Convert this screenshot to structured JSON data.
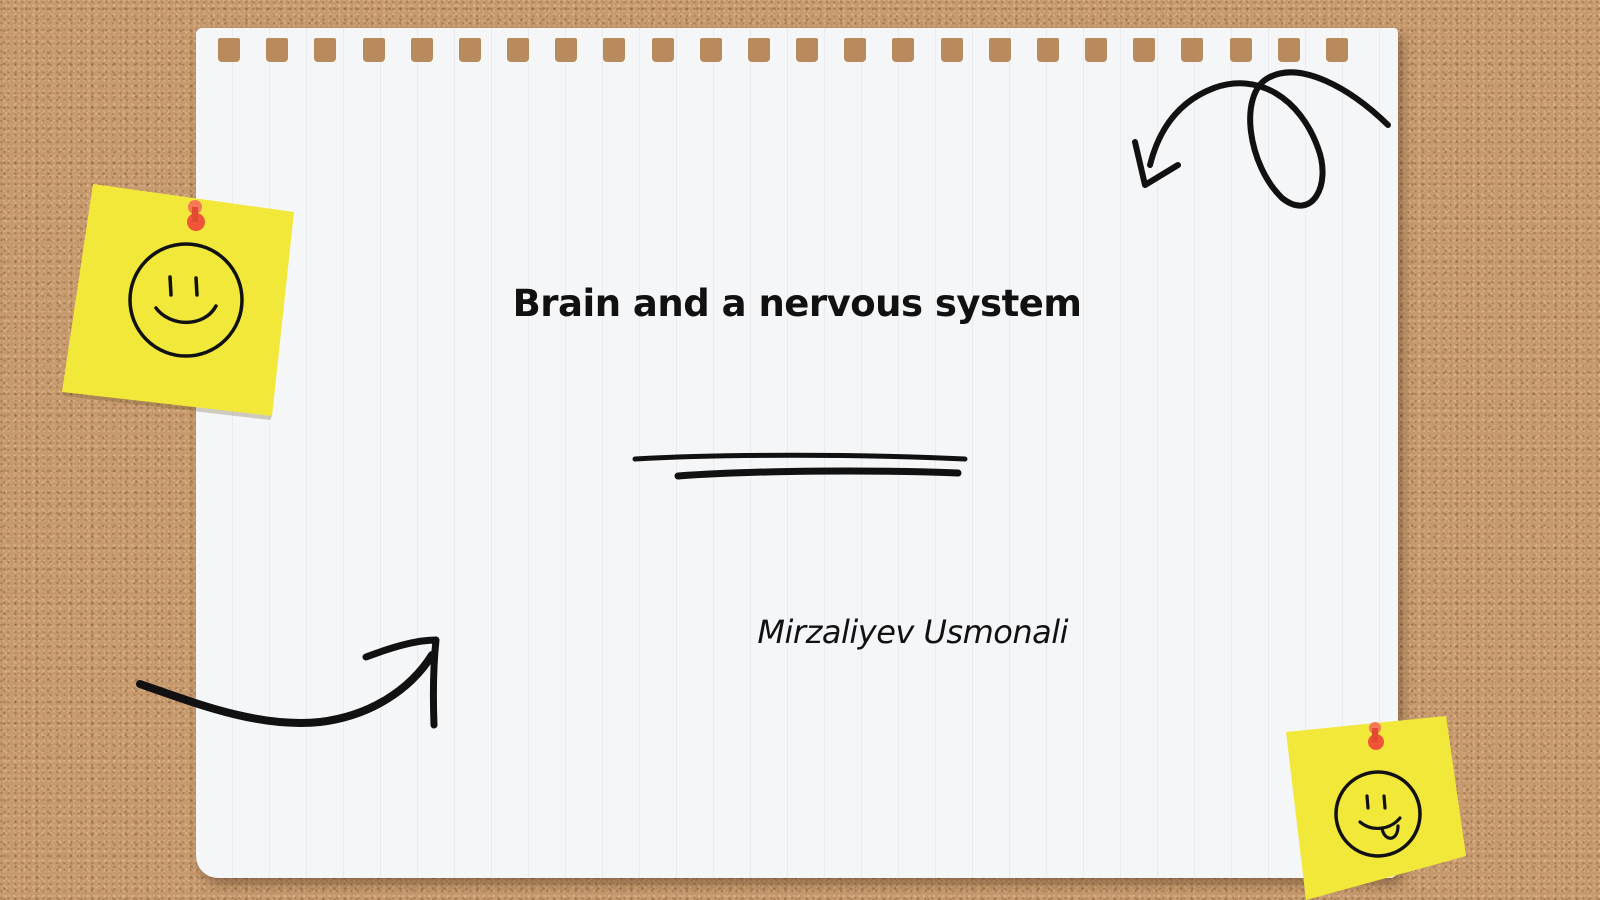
{
  "slide": {
    "title": "Brain and a nervous system",
    "author": "Mirzaliyev Usmonali"
  },
  "colors": {
    "cork": "#c79a6e",
    "paper": "#f5f6f8",
    "sticky_note": "#f2e83a",
    "pin": "#f0553a",
    "ink": "#111111"
  },
  "icons": {
    "top_note": "smiley-face-icon",
    "bottom_note": "tongue-out-face-icon",
    "top_right": "loop-arrow-icon",
    "bottom_left": "curved-arrow-icon",
    "center": "double-underline-stroke"
  }
}
